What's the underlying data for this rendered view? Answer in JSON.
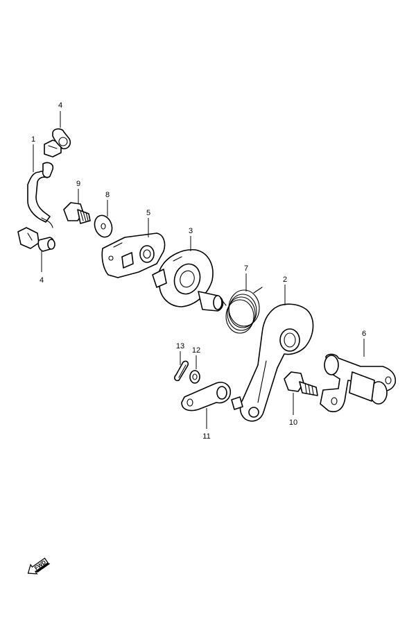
{
  "callouts": {
    "c1": "1",
    "c2": "2",
    "c3": "3",
    "c4_top": "4",
    "c4_bottom": "4",
    "c5": "5",
    "c6": "6",
    "c7": "7",
    "c8": "8",
    "c9": "9",
    "c10": "10",
    "c11": "11",
    "c12": "12",
    "c13": "13"
  },
  "fwd_label": "FWD",
  "icons": {
    "fwd": "fwd-arrow-icon"
  }
}
